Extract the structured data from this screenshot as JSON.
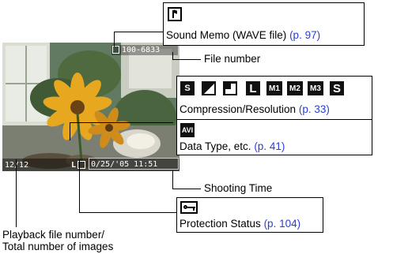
{
  "photo": {
    "file_number_overlay": "100-6833",
    "counter_overlay": "12/12",
    "date_time_overlay": "0/25/'05  11:51",
    "compression_overlay": "L"
  },
  "callouts": {
    "sound_memo": {
      "text": "Sound Memo (WAVE file) ",
      "ref": "(p. 97)",
      "icon": "sound-memo-icon"
    },
    "file_number": {
      "text": "File number"
    },
    "compression": {
      "text": "Compression/Resolution ",
      "ref": "(p. 33)",
      "icons": [
        "S",
        "L",
        "M1",
        "M2",
        "M3",
        "S"
      ]
    },
    "data_type": {
      "text": "Data Type, etc. ",
      "ref": "(p. 41)",
      "icon_text": "AVI"
    },
    "shooting_time": {
      "text": "Shooting Time"
    },
    "protection": {
      "text": "Protection Status ",
      "ref": "(p. 104)",
      "icon": "key-icon"
    },
    "playback": {
      "line1": "Playback file number/",
      "line2": "Total number of images"
    }
  },
  "colors": {
    "link": "#2a3dd9",
    "photo_bg": "#5a6f5a",
    "flower": "#e1a11a"
  }
}
